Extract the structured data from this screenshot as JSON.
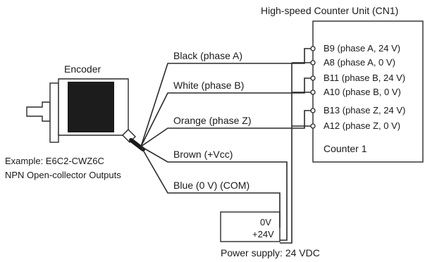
{
  "unit": {
    "title": "High-speed Counter Unit (CN1)",
    "terminals": [
      "B9 (phase A, 24 V)",
      "A8 (phase A, 0 V)",
      "B11 (phase B, 24 V)",
      "A10 (phase B, 0 V)",
      "B13 (phase Z, 24 V)",
      "A12 (phase Z, 0 V)"
    ],
    "counter_label": "Counter 1"
  },
  "encoder": {
    "title": "Encoder",
    "example_line1": "Example: E6C2-CWZ6C",
    "example_line2": "NPN Open-collector Outputs"
  },
  "wires": [
    "Black (phase A)",
    "White (phase B)",
    "Orange (phase Z)",
    "Brown (+Vcc)",
    "Blue (0 V) (COM)"
  ],
  "power_supply": {
    "zero_label": "0V",
    "plus_label": "+24V",
    "caption": "Power supply: 24 VDC"
  }
}
